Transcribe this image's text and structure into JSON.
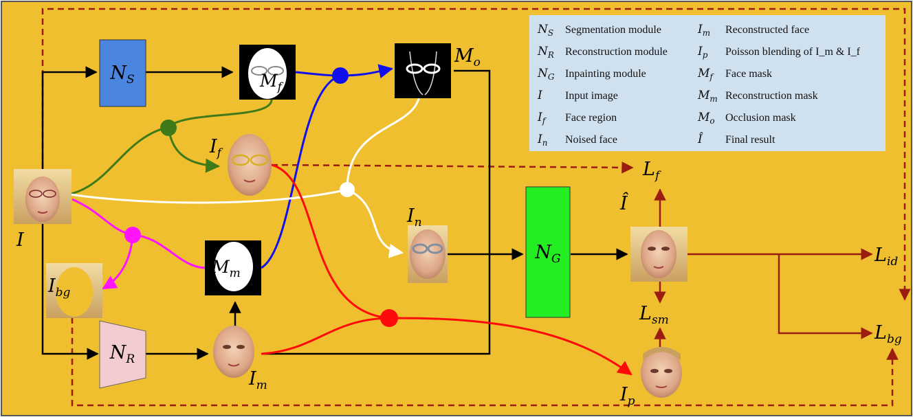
{
  "diagram": {
    "input": {
      "symbol": "I"
    },
    "modules": {
      "seg": {
        "symbol": "N",
        "sub": "S"
      },
      "rec": {
        "symbol": "N",
        "sub": "R"
      },
      "inp": {
        "symbol": "N",
        "sub": "G"
      }
    },
    "nodes": {
      "face_mask": {
        "symbol": "M",
        "sub": "f"
      },
      "occ_mask": {
        "symbol": "M",
        "sub": "o"
      },
      "rec_mask": {
        "symbol": "M",
        "sub": "m"
      },
      "face_region": {
        "symbol": "I",
        "sub": "f"
      },
      "noised": {
        "symbol": "I",
        "sub": "n"
      },
      "background": {
        "symbol": "I",
        "sub": "bg"
      },
      "recon_face": {
        "symbol": "I",
        "sub": "m"
      },
      "poisson": {
        "symbol": "I",
        "sub": "p"
      },
      "final": {
        "symbol": "Î"
      }
    },
    "losses": {
      "lf": {
        "symbol": "L",
        "sub": "f"
      },
      "lid": {
        "symbol": "L",
        "sub": "id"
      },
      "lsm": {
        "symbol": "L",
        "sub": "sm"
      },
      "lbg": {
        "symbol": "L",
        "sub": "bg"
      }
    }
  },
  "legend": {
    "items": [
      {
        "sym": "N",
        "sub": "S",
        "text": "Segmentation module"
      },
      {
        "sym": "I",
        "sub": "m",
        "text": "Reconstructed face"
      },
      {
        "sym": "N",
        "sub": "R",
        "text": "Reconstruction module"
      },
      {
        "sym": "I",
        "sub": "p",
        "text": "Poisson blending of I_m & I_f"
      },
      {
        "sym": "N",
        "sub": "G",
        "text": "Inpainting module"
      },
      {
        "sym": "M",
        "sub": "f",
        "text": "Face mask"
      },
      {
        "sym": "I",
        "sub": "",
        "text": "Input image"
      },
      {
        "sym": "M",
        "sub": "m",
        "text": "Reconstruction mask"
      },
      {
        "sym": "I",
        "sub": "f",
        "text": "Face region"
      },
      {
        "sym": "M",
        "sub": "o",
        "text": "Occlusion mask"
      },
      {
        "sym": "I",
        "sub": "n",
        "text": "Noised face"
      },
      {
        "sym": "Î",
        "sub": "",
        "text": "Final result"
      }
    ]
  },
  "colors": {
    "background": "#f0bf2f",
    "legend_bg": "#cfe0ef",
    "seg_module": "#4a86e0",
    "rec_module": "#f3cccf",
    "inp_module": "#22ee22",
    "dashed": "#9b1c10",
    "green": "#3f7a1a",
    "magenta": "#ff14ff",
    "blue": "#1010ee",
    "red": "#ff0a0a",
    "white": "#ffffff",
    "loss_arrow": "#9b1c10"
  }
}
